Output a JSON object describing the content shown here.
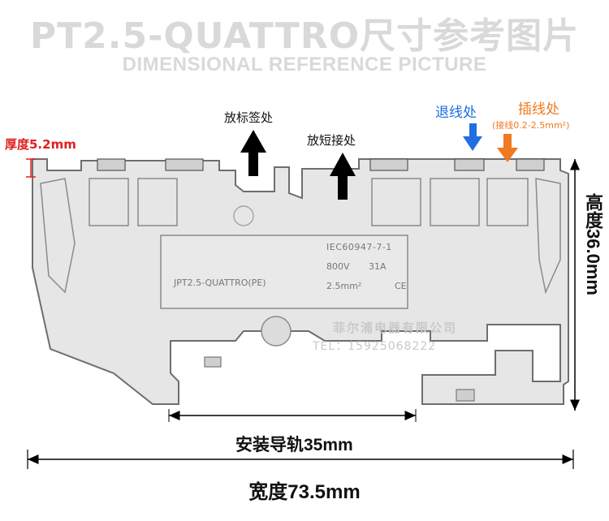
{
  "header": {
    "title": "PT2.5-QUATTRO尺寸参考图片",
    "subtitle": "DIMENSIONAL REFERENCE PICTURE"
  },
  "labels": {
    "thickness": "厚度5.2mm",
    "label_slot": "放标签处",
    "short_slot": "放短接处",
    "release": "退线处",
    "insert": "插线处",
    "insert_note": "(接线0.2-2.5mm²)",
    "height": "高度36.0mm",
    "rail": "安装导轨35mm",
    "width": "宽度73.5mm"
  },
  "part_markings": {
    "standard": "IEC60947-7-1",
    "voltage": "800V",
    "current": "31A",
    "section": "2.5mm²",
    "ce": "CE",
    "model": "JPT2.5-QUATTRO(PE)"
  },
  "watermark": {
    "company": "菲尔浦电器有限公司",
    "phone": "TEL：15925068222"
  },
  "colors": {
    "release_arrow": "#1f6fe0",
    "insert_arrow": "#f07a1f",
    "thickness_text": "#e02020",
    "body": "#e6e6e6",
    "outline": "#6e6e6e"
  }
}
